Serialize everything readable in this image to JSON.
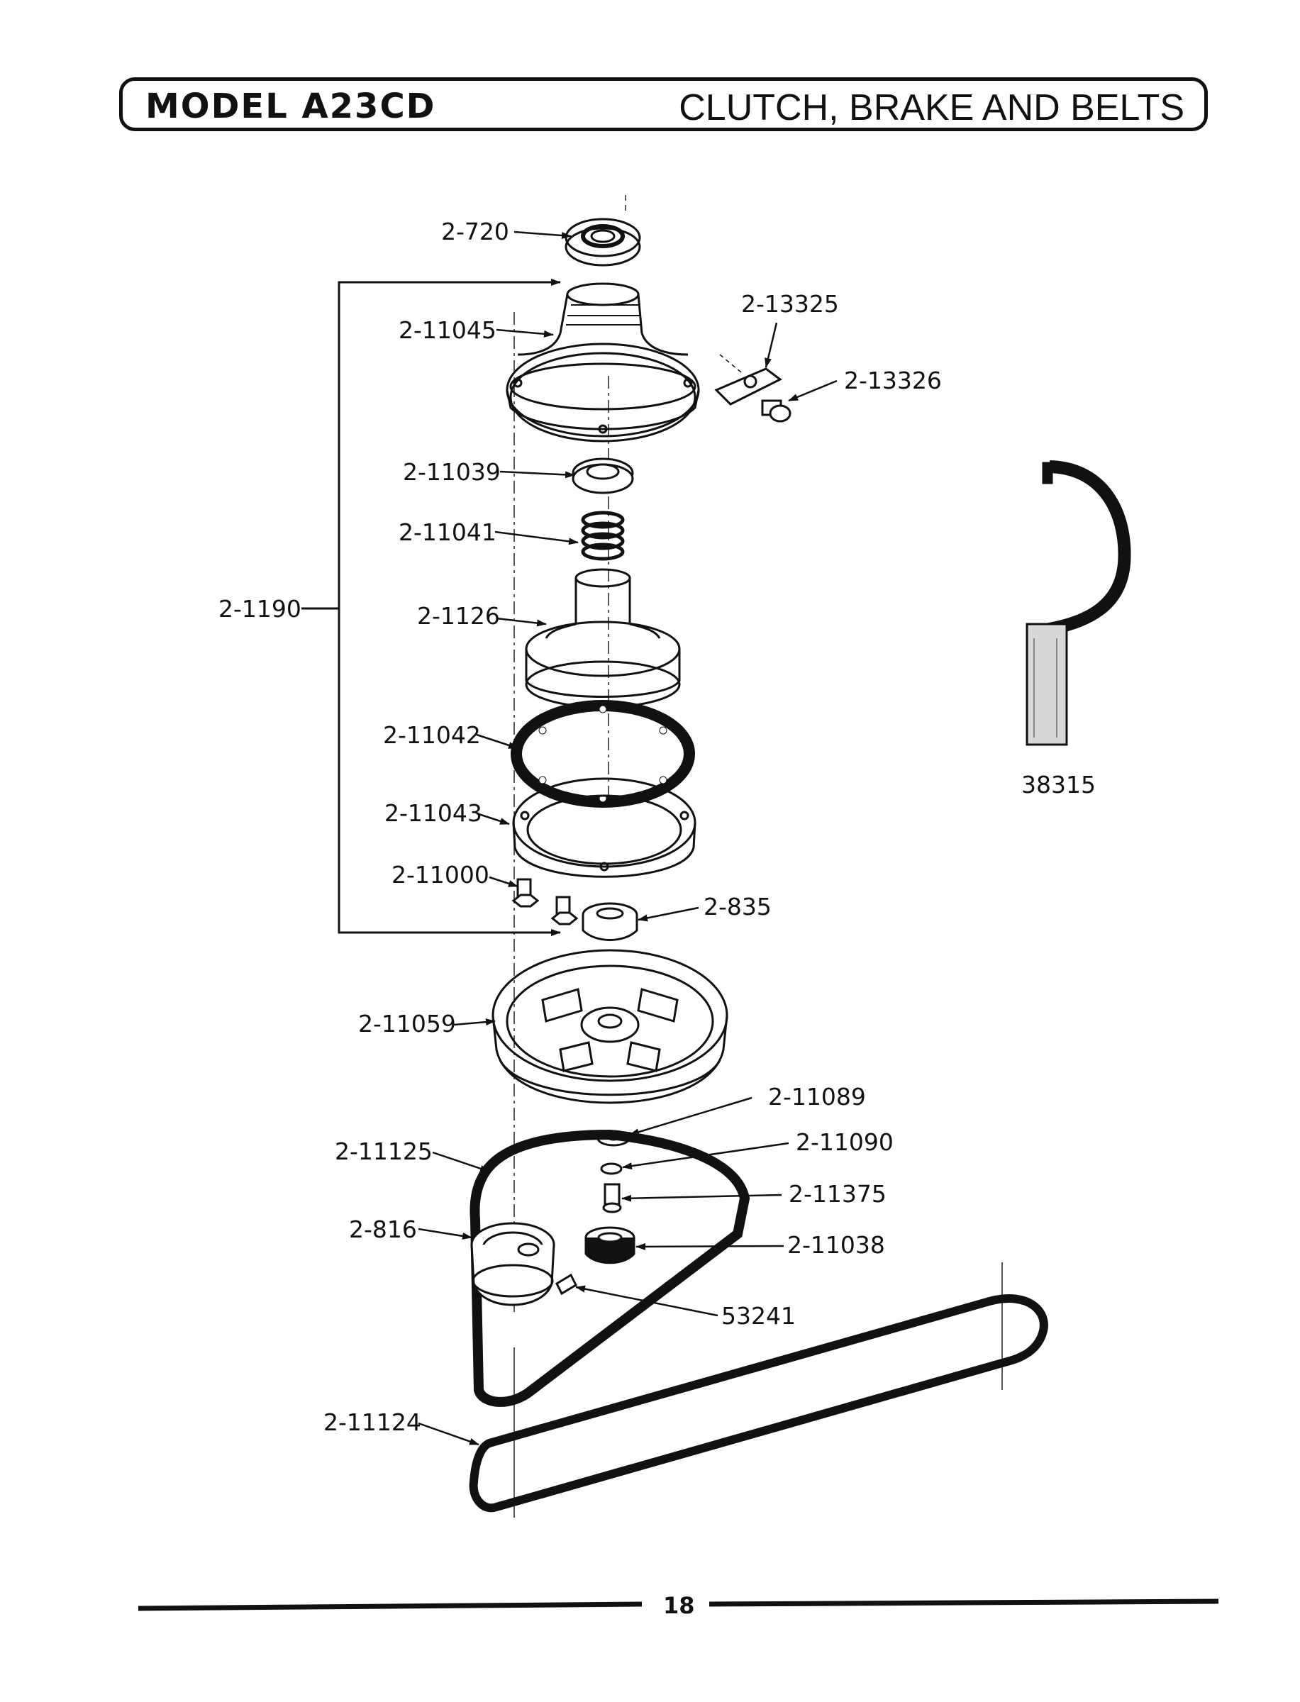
{
  "header": {
    "model": "MODEL A23CD",
    "section": "CLUTCH, BRAKE AND BELTS"
  },
  "parts": {
    "p720": "2-720",
    "p11045": "2-11045",
    "p13325": "2-13325",
    "p13326": "2-13326",
    "p11039": "2-11039",
    "p11041": "2-11041",
    "p1190": "2-1190",
    "p1126": "2-1126",
    "p11042": "2-11042",
    "p11043": "2-11043",
    "p11000": "2-11000",
    "p835": "2-835",
    "p11059": "2-11059",
    "p11089": "2-11089",
    "p11125": "2-11125",
    "p11090": "2-11090",
    "p11375": "2-11375",
    "p816": "2-816",
    "p11038": "2-11038",
    "p53241": "53241",
    "p11124": "2-11124",
    "p38315": "38315"
  },
  "footer": {
    "page_number": "18"
  }
}
